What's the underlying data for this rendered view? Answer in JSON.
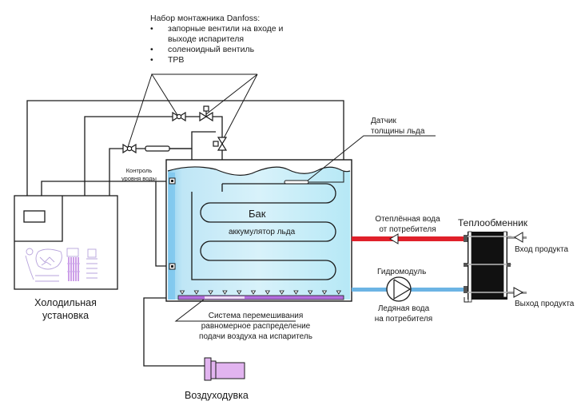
{
  "kit": {
    "title": "Набор монтажника Danfoss:",
    "items": [
      "запорные вентили на входе и",
      "выходе испарителя",
      "соленоидный вентиль",
      "ТРВ"
    ]
  },
  "labels": {
    "water_level_control_line1": "Контроль",
    "water_level_control_line2": "уровня воды",
    "ice_sensor_line1": "Датчик",
    "ice_sensor_line2": "толщины льда",
    "tank_title": "Бак",
    "tank_subtitle": "аккумулятор льда",
    "warm_water_line1": "Отеплённая вода",
    "warm_water_line2": "от потребителя",
    "heat_exchanger": "Теплообменник",
    "product_in": "Вход продукта",
    "product_out": "Выход продукта",
    "hydromodule": "Гидромодуль",
    "ice_water_line1": "Ледяная вода",
    "ice_water_line2": "на потребителя",
    "chiller_line1": "Холодильная",
    "chiller_line2": "установка",
    "mixing_line1": "Система перемешивания",
    "mixing_line2": "равномерное распределение",
    "mixing_line3": "подачи воздуха на испаритель",
    "blower": "Воздуходувка"
  },
  "colors": {
    "line": "#1a1a1a",
    "water_light": "#cdeef8",
    "water_mid": "#a8ddf0",
    "water_wall": "#6cbfe8",
    "warm_pipe": "#e0202a",
    "cold_pipe": "#6cb4e4",
    "aerator": "#b46ee0",
    "blower": "#e2b4f0",
    "exchanger": "#111111",
    "chiller_art": "#9b6fd0"
  }
}
